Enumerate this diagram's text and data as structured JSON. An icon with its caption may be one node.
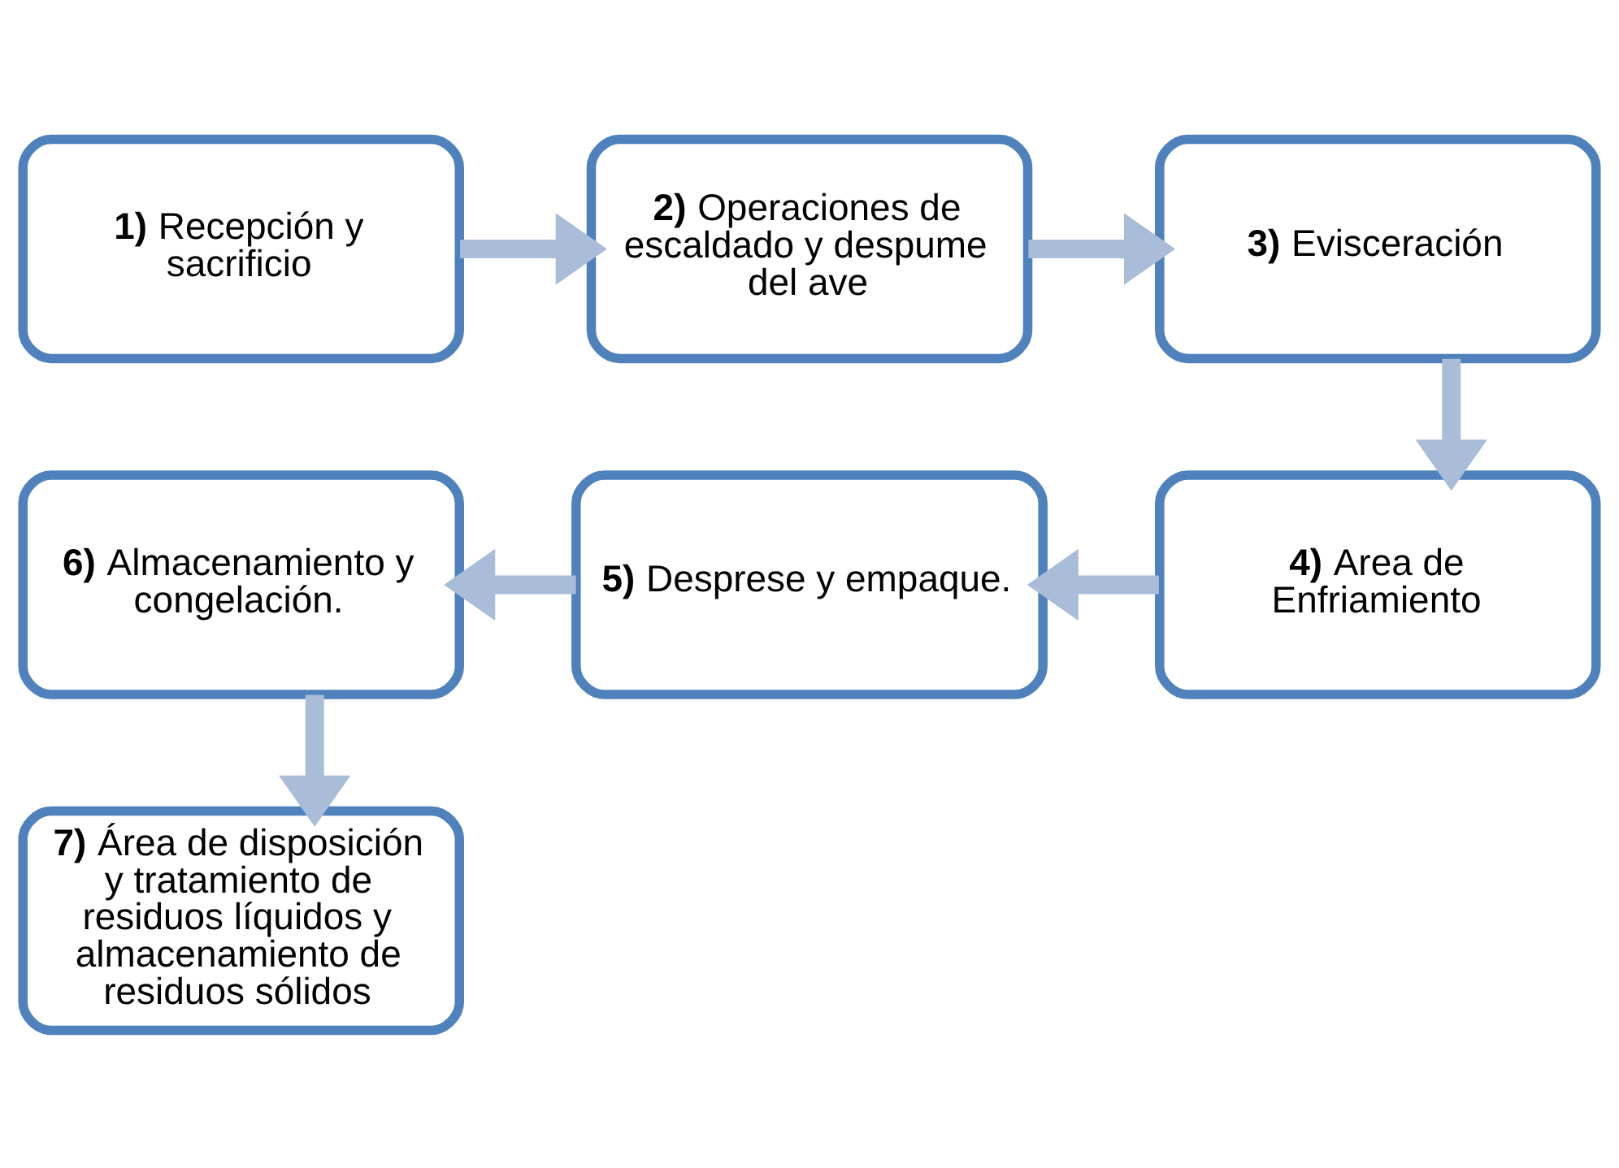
{
  "diagram": {
    "nodes": [
      {
        "text": [
          "**1)** Recepción y sacrificio"
        ]
      },
      {
        "text": [
          "**2)**  Operaciones de escaldado y despume del ave"
        ]
      },
      {
        "text": [
          "**3)** Evisceración"
        ]
      },
      {
        "text": [
          "**4)** Area de Enfriamiento"
        ]
      },
      {
        "text": [
          "**5)** Desprese y empaque."
        ]
      },
      {
        "text": [
          "**6)** Almacenamiento  y congelación."
        ]
      },
      {
        "text": [
          "**7)** Área de disposición y tratamiento de residuos líquidos y almacenamiento de residuos sólidos"
        ]
      }
    ],
    "edges": [
      {
        "from": 0,
        "to": 1,
        "arrow": "to"
      },
      {
        "from": 1,
        "to": 2,
        "arrow": "to"
      },
      {
        "from": 2,
        "to": 3,
        "arrow": "to"
      },
      {
        "from": 3,
        "to": 4,
        "arrow": "to"
      },
      {
        "from": 4,
        "to": 5,
        "arrow": "to"
      },
      {
        "from": 5,
        "to": 6,
        "arrow": "to"
      }
    ]
  }
}
